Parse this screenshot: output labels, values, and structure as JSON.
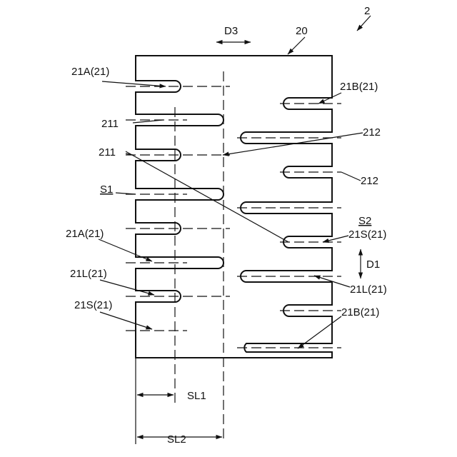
{
  "figure": {
    "labels": {
      "fig_number": "2",
      "body": "20",
      "direction_d3": "D3",
      "direction_d1": "D1",
      "slit_21a_top": "21A(21)",
      "slit_21b_top": "21B(21)",
      "slit_211_a": "211",
      "slit_211_b": "211",
      "slit_212_a": "212",
      "slit_212_b": "212",
      "side_s1": "S1",
      "side_s2": "S2",
      "slit_21s_right": "21S(21)",
      "slit_21a_left": "21A(21)",
      "slit_21l_left": "21L(21)",
      "slit_21l_right": "21L(21)",
      "slit_21s_left": "21S(21)",
      "slit_21b_right": "21B(21)",
      "length_sl1": "SL1",
      "length_sl2": "SL2"
    }
  }
}
